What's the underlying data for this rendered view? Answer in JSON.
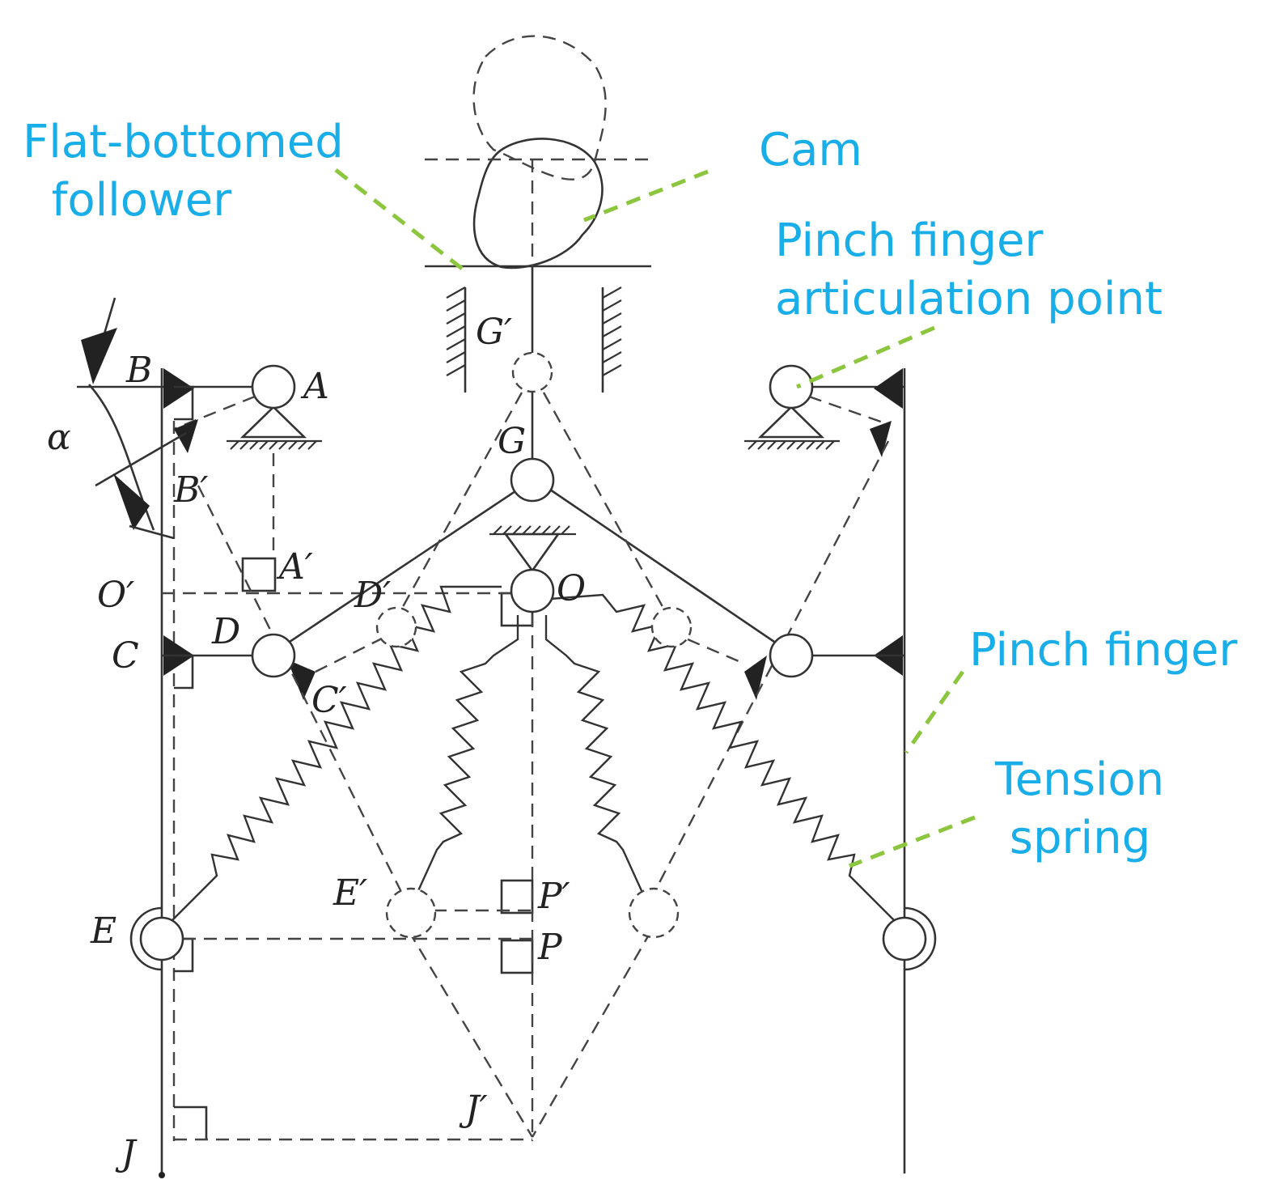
{
  "callouts": {
    "follower": "Flat-bottomed\n  follower",
    "cam": "Cam",
    "articulation": "Pinch finger\narticulation point",
    "finger": "Pinch finger",
    "spring": "Tension\n spring"
  },
  "points": {
    "A": "A",
    "A_prime": "A′",
    "B": "B",
    "B_prime": "B′",
    "C": "C",
    "C_prime": "C′",
    "D": "D",
    "D_prime": "D′",
    "E": "E",
    "E_prime": "E′",
    "G": "G",
    "G_prime": "G′",
    "O": "O",
    "O_prime": "O′",
    "P": "P",
    "P_prime": "P′",
    "J": "J",
    "J_prime": "J′",
    "alpha": "α"
  },
  "colors": {
    "callout": "#1aaee8",
    "leader": "#8cc63f",
    "line": "#333333"
  }
}
